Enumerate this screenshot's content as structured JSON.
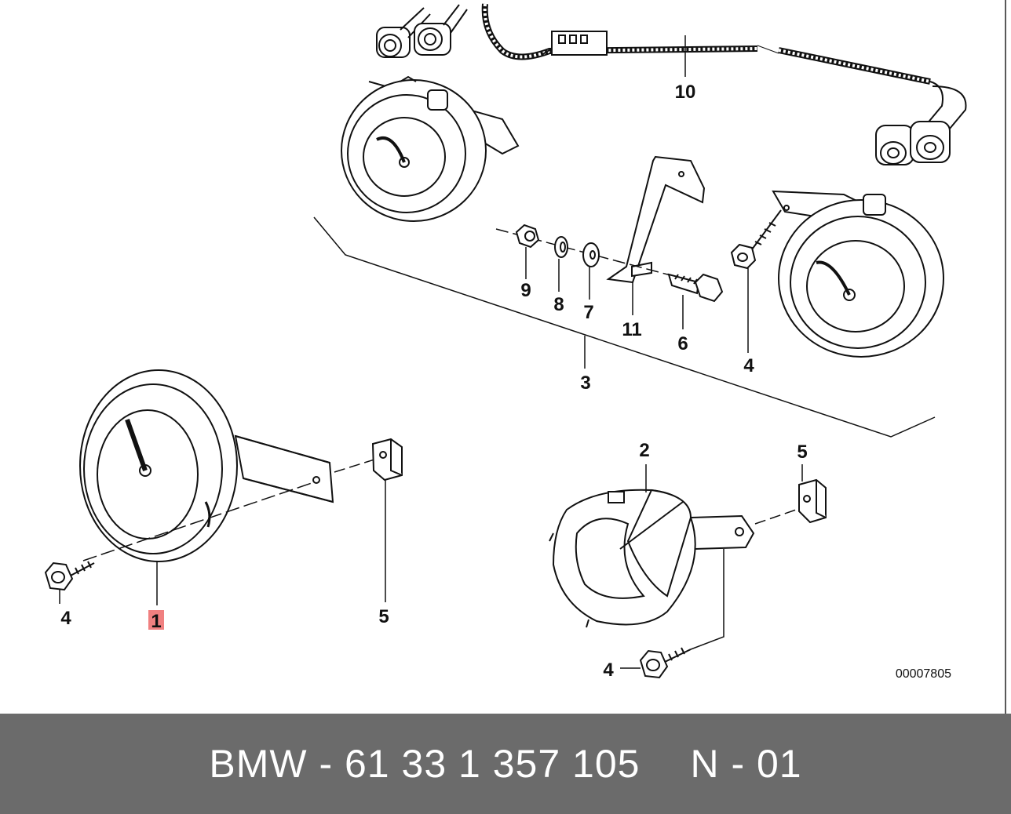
{
  "diagram": {
    "callouts": {
      "c1": "1",
      "c2": "2",
      "c3": "3",
      "c4a": "4",
      "c4b": "4",
      "c4c": "4",
      "c5a": "5",
      "c5b": "5",
      "c6": "6",
      "c7": "7",
      "c8": "8",
      "c9": "9",
      "c10": "10",
      "c11": "11"
    },
    "highlighted_callout": "1",
    "highlight_color": "#f08080",
    "reference_code": "00007805"
  },
  "footer": {
    "part_label": "BMW - 61 33 1 357 105",
    "page_label": "N - 01",
    "background_color": "#6b6b6b"
  }
}
